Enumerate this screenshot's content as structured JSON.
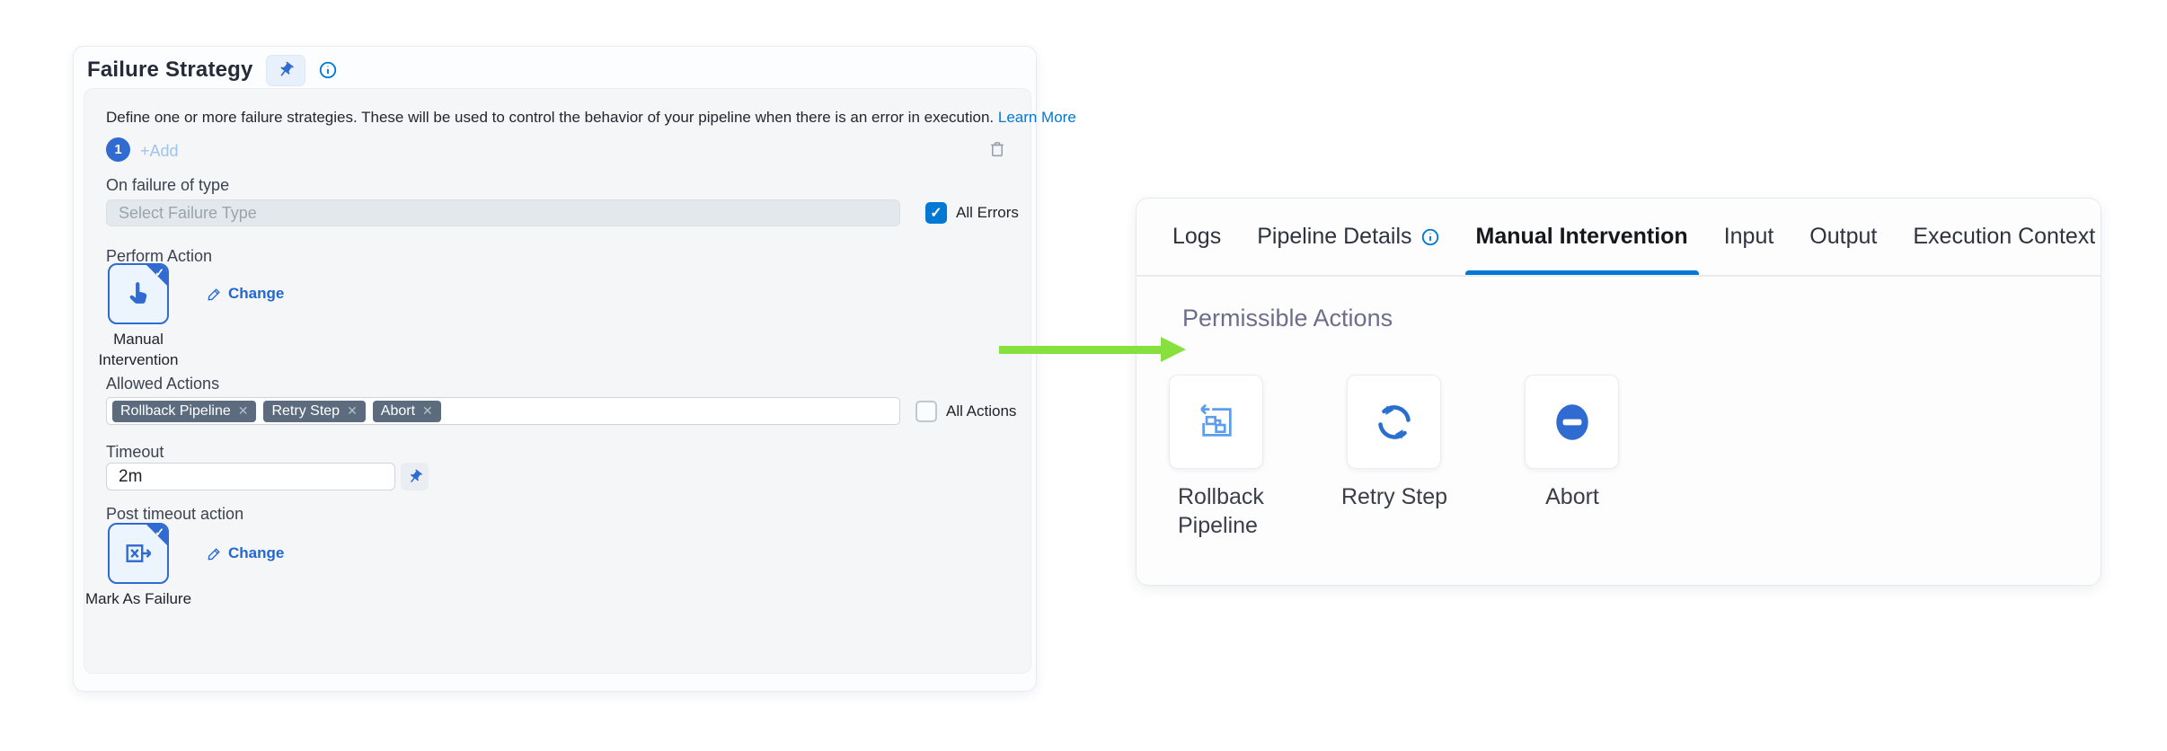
{
  "colors": {
    "accent_blue": "#0278d5",
    "icon_blue": "#2f6bd0",
    "tag_bg": "#5c6c7e",
    "arrow_green": "#86e03e",
    "card_bg": "#ecf5fd"
  },
  "failure_strategy": {
    "title": "Failure Strategy",
    "description": "Define one or more failure strategies. These will be used to control the behavior of your pipeline when there is an error in execution.",
    "learn_more_label": "Learn More",
    "strategy_badge": "1",
    "add_button_label": "+Add",
    "on_failure_label": "On failure of type",
    "failure_type_placeholder": "Select Failure Type",
    "all_errors_label": "All Errors",
    "all_errors_checked": true,
    "perform_action_label": "Perform Action",
    "perform_action": {
      "name": "Manual Intervention",
      "change_label": "Change",
      "icon": "hand-pointer-icon"
    },
    "allowed_actions_label": "Allowed Actions",
    "allowed_actions_tags": [
      "Rollback Pipeline",
      "Retry Step",
      "Abort"
    ],
    "all_actions_label": "All Actions",
    "all_actions_checked": false,
    "timeout_label": "Timeout",
    "timeout_value": "2m",
    "post_timeout_label": "Post timeout action",
    "post_timeout_action": {
      "name": "Mark As Failure",
      "change_label": "Change",
      "icon": "mark-as-failure-icon"
    }
  },
  "execution_panel": {
    "tabs": [
      {
        "label": "Logs"
      },
      {
        "label": "Pipeline Details",
        "has_info_icon": true
      },
      {
        "label": "Manual Intervention"
      },
      {
        "label": "Input"
      },
      {
        "label": "Output"
      },
      {
        "label": "Execution Context"
      }
    ],
    "active_tab": "Manual Intervention",
    "section_title": "Permissible Actions",
    "actions": [
      {
        "label": "Rollback Pipeline",
        "icon": "rollback-pipeline-icon"
      },
      {
        "label": "Retry Step",
        "icon": "retry-step-icon"
      },
      {
        "label": "Abort",
        "icon": "abort-icon"
      }
    ]
  }
}
